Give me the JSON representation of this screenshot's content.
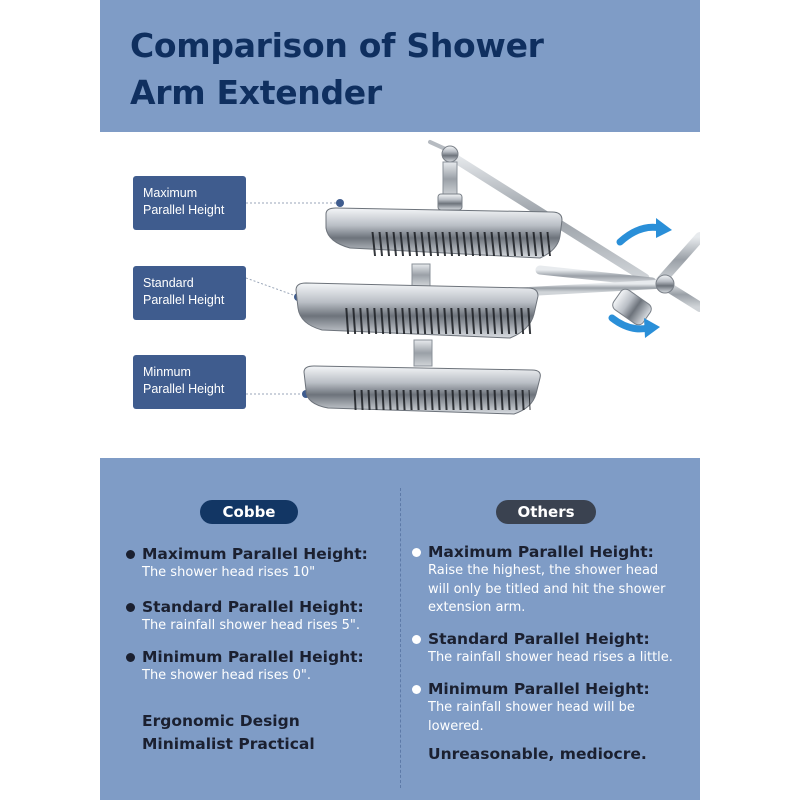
{
  "header": {
    "title_line1": "Comparison of Shower",
    "title_line2": "Arm Extender"
  },
  "labels": [
    {
      "line1": "Maximum",
      "line2": "Parallel Height"
    },
    {
      "line1": "Standard",
      "line2": "Parallel Height"
    },
    {
      "line1": "Minmum",
      "line2": "Parallel Height"
    }
  ],
  "comparison": {
    "cobbe": {
      "tag": "Cobbe",
      "items": [
        {
          "heading": "Maximum Parallel Height:",
          "lines": [
            "The shower head rises 10\""
          ]
        },
        {
          "heading": "Standard Parallel Height:",
          "lines": [
            "The rainfall shower head rises 5\"."
          ]
        },
        {
          "heading": "Minimum Parallel Height:",
          "lines": [
            "The shower head rises 0\"."
          ]
        }
      ],
      "summary_line1": "Ergonomic Design",
      "summary_line2": "Minimalist Practical"
    },
    "others": {
      "tag": "Others",
      "items": [
        {
          "heading": "Maximum Parallel Height:",
          "lines": [
            "Raise the highest, the shower head",
            "will only be titled and hit the shower",
            "extension arm."
          ]
        },
        {
          "heading": "Standard Parallel Height:",
          "lines": [
            "The rainfall shower head rises a little."
          ]
        },
        {
          "heading": "Minimum Parallel Height:",
          "lines": [
            "The rainfall shower head will be",
            "lowered."
          ]
        }
      ],
      "summary": "Unreasonable, mediocre."
    }
  },
  "colors": {
    "panel": "#7f9cc6",
    "title": "#0f2f5f",
    "label_box": "#3f5c8e",
    "cobbe_tag": "#123664",
    "others_tag": "#3a4250",
    "arrow": "#2a8fd8"
  }
}
